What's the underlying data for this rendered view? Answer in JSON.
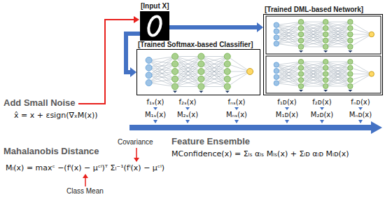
{
  "diagram": {
    "nodes": [
      {
        "text": [
          "[Input X]"
        ]
      },
      {
        "text": [
          "[Trained DML-based Network]"
        ]
      },
      {
        "text": [
          "[Trained Softmax-based Classifier]"
        ]
      }
    ],
    "edges": [
      {
        "from": 0,
        "to": 1,
        "arrow": "to"
      },
      {
        "from": 0,
        "to": 2,
        "arrow": "to"
      }
    ],
    "labels": [
      "Add Small Noise",
      "x̂ = x + εsign(∇ₓM(x))",
      "f₁ₛ(x)",
      "f₂ₛ(x)",
      "fₙₛ(x)",
      "M₁ₛ(x)",
      "M₂ₛ(x)",
      "Mₙₛ(x)",
      "f₁ᴅ(x)",
      "f₂ᴅ(x)",
      "fₙᴅ(x)",
      "M₁ᴅ(x)",
      "M₂ᴅ(x)",
      "Mₙᴅ(x)",
      "Mahalanobis Distance",
      "Covariance",
      "Mₗ(x) = maxᶜ −(fˡ(x) − μᶜˡ)ᵀ Σₗ⁻¹(fˡ(x) − μᶜˡ)",
      "Class Mean",
      "Feature Ensemble",
      "MConfidence(x) = Σₗₛ αₗₛ Mₗₛ(x) + Σₗᴅ αₗᴅ Mₗᴅ(x)"
    ]
  }
}
